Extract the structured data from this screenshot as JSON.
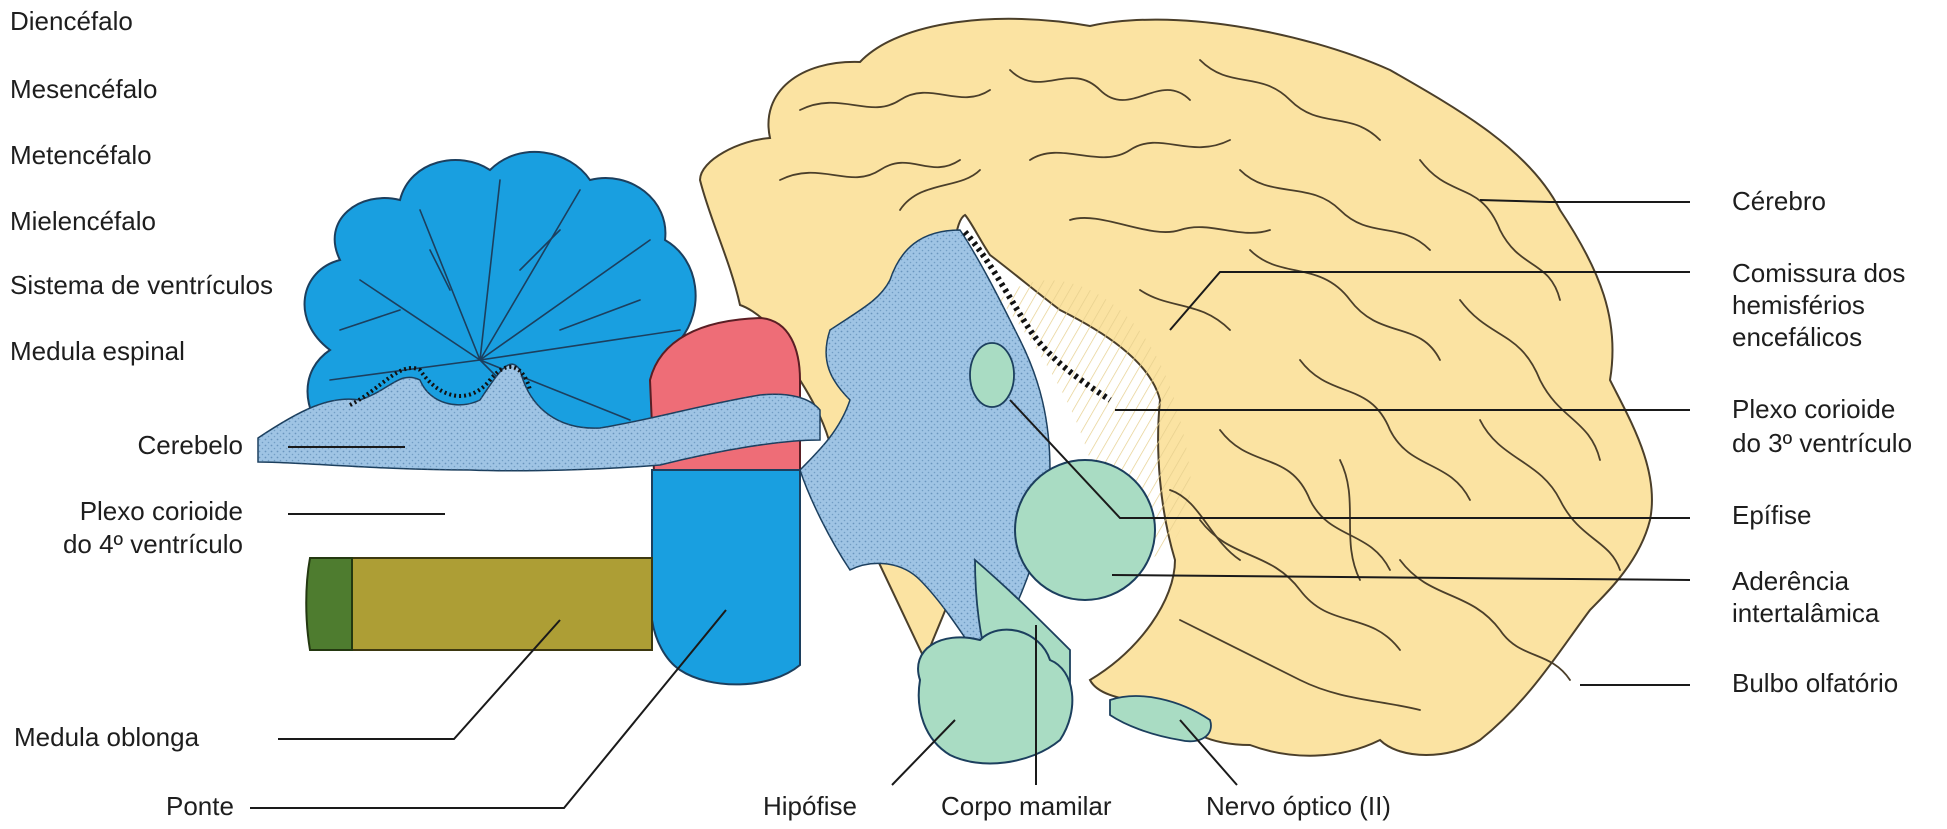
{
  "legend": {
    "items": [
      {
        "label": "Diencéfalo",
        "color": "#a9dcc3"
      },
      {
        "label": "Mesencéfalo",
        "color": "#ee6d77"
      },
      {
        "label": "Metencéfalo",
        "color": "#199fe0"
      },
      {
        "label": "Mielencéfalo",
        "color": "#ad9e35"
      },
      {
        "label": "Sistema de ventrículos",
        "color": "#9fc4e4"
      },
      {
        "label": "Medula espinal",
        "color": "#4e7c2f"
      }
    ]
  },
  "labels": {
    "cerebelo": "Cerebelo",
    "plexo4_l1": "Plexo corioide",
    "plexo4_l2": "do 4º ventrículo",
    "medula_oblonga": "Medula oblonga",
    "ponte": "Ponte",
    "hipofise": "Hipófise",
    "corpo_mamilar": "Corpo mamilar",
    "nervo_optico": "Nervo óptico (II)",
    "cerebro": "Cérebro",
    "comissura_l1": "Comissura dos",
    "comissura_l2": "hemisférios",
    "comissura_l3": "encefálicos",
    "plexo3_l1": "Plexo corioide",
    "plexo3_l2": "do 3º ventrículo",
    "epifise": "Epífise",
    "aderencia_l1": "Aderência",
    "aderencia_l2": "intertalâmica",
    "bulbo": "Bulbo olfatório"
  },
  "colors": {
    "cerebrum": "#fbe3a2",
    "cerebellum": "#199fe0",
    "pons": "#199fe0",
    "medulla_oblongata": "#ad9e35",
    "spinal_cord": "#4e7c2f",
    "midbrain": "#ee6d77",
    "diencephalon": "#a9dcc3",
    "ventricles": "#9fc4e4",
    "leader_line": "#1a1a1a"
  }
}
